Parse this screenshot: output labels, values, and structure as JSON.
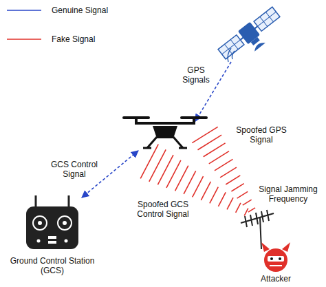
{
  "diagram": {
    "nodes": [
      {
        "text": [
          "Ground Control Station (GCS)"
        ]
      },
      {
        "text": [
          "Attacker"
        ]
      }
    ],
    "labels": [
      "GPS Signals",
      "Spoofed GPS Signal",
      "GCS Control Signal",
      "Spoofed GCS Control Signal",
      "Signal Jamming Frequency"
    ],
    "legend": [
      {
        "text": "Genuine Signal"
      },
      {
        "text": "Fake Signal"
      }
    ]
  }
}
